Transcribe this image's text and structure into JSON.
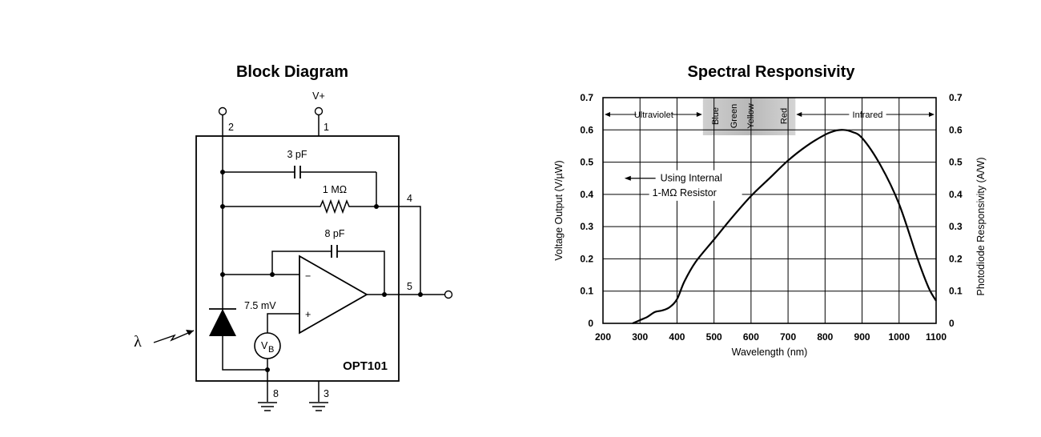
{
  "block_diagram": {
    "title": "Block Diagram",
    "vplus": "V+",
    "pin_1": "1",
    "pin_2": "2",
    "pin_3": "3",
    "pin_4": "4",
    "pin_5": "5",
    "pin_8": "8",
    "cap_feedback": "3 pF",
    "res_feedback": "1 MΩ",
    "cap_amp": "8 pF",
    "vb_voltage": "7.5 mV",
    "vb_label": "V",
    "vb_subscript": "B",
    "opamp_minus": "−",
    "opamp_plus": "+",
    "lambda": "λ",
    "chip_name": "OPT101"
  },
  "spectral": {
    "title": "Spectral Responsivity",
    "band_ultraviolet": "Ultraviolet",
    "band_infrared": "Infrared",
    "band_colors": [
      "Blue",
      "Green",
      "Yellow",
      "Red"
    ],
    "annotation_line1": "Using Internal",
    "annotation_line2": "1-MΩ Resistor"
  },
  "chart_data": {
    "type": "line",
    "title": "Spectral Responsivity",
    "xlabel": "Wavelength (nm)",
    "ylabel": "Voltage Output (V/µW)",
    "ylabel_right": "Photodiode Responsivity (A/W)",
    "xlim": [
      200,
      1100
    ],
    "ylim": [
      0,
      0.7
    ],
    "x_ticks": [
      "200",
      "300",
      "400",
      "500",
      "600",
      "700",
      "800",
      "900",
      "1000",
      "1100"
    ],
    "y_ticks": [
      "0",
      "0.1",
      "0.2",
      "0.3",
      "0.4",
      "0.5",
      "0.6",
      "0.7"
    ],
    "y_ticks_right": [
      "0",
      "0.1",
      "0.2",
      "0.3",
      "0.4",
      "0.5",
      "0.6",
      "0.7"
    ],
    "grid": true,
    "series": [
      {
        "x": [
          280,
          300,
          320,
          340,
          360,
          380,
          400,
          420,
          450,
          500,
          550,
          600,
          650,
          700,
          750,
          800,
          830,
          850,
          870,
          900,
          950,
          1000,
          1050,
          1080,
          1100
        ],
        "y": [
          0.0,
          0.01,
          0.02,
          0.035,
          0.04,
          0.05,
          0.075,
          0.13,
          0.19,
          0.26,
          0.33,
          0.395,
          0.45,
          0.505,
          0.55,
          0.585,
          0.598,
          0.6,
          0.595,
          0.575,
          0.49,
          0.37,
          0.2,
          0.11,
          0.07
        ]
      }
    ]
  }
}
